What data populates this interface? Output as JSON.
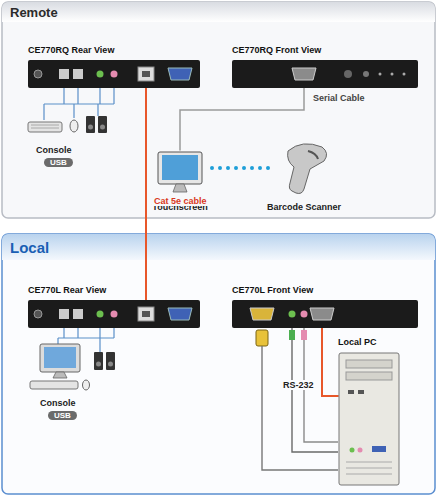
{
  "diagram": {
    "nodes": [
      {
        "text": [
          "Remote"
        ]
      },
      {
        "text": [
          "CE770RQ Rear View"
        ],
        "in": 0
      },
      {
        "text": [
          "CE770RQ Front View"
        ],
        "in": 0
      },
      {
        "text": [
          "Touchscreen"
        ],
        "in": 0
      },
      {
        "text": [
          "Barcode Scanner"
        ],
        "in": 0
      },
      {
        "text": [
          "Local"
        ]
      },
      {
        "text": [
          "CE770L Rear View"
        ],
        "in": 5
      },
      {
        "text": [
          "CE770L Front View"
        ],
        "in": 5
      },
      {
        "text": [
          "Local PC"
        ],
        "in": 5
      }
    ],
    "edges": [
      {
        "from": 1,
        "to": 6,
        "label": "Cat 5e cable",
        "arrow": "none"
      },
      {
        "from": 2,
        "to": 3,
        "label": "Serial Cable",
        "arrow": "none"
      },
      {
        "from": 3,
        "to": 4,
        "arrow": "none"
      },
      {
        "from": 7,
        "to": 8,
        "label": "RS-232",
        "arrow": "none"
      }
    ],
    "labels": [
      "Console",
      "USB",
      "Console",
      "USB"
    ]
  }
}
